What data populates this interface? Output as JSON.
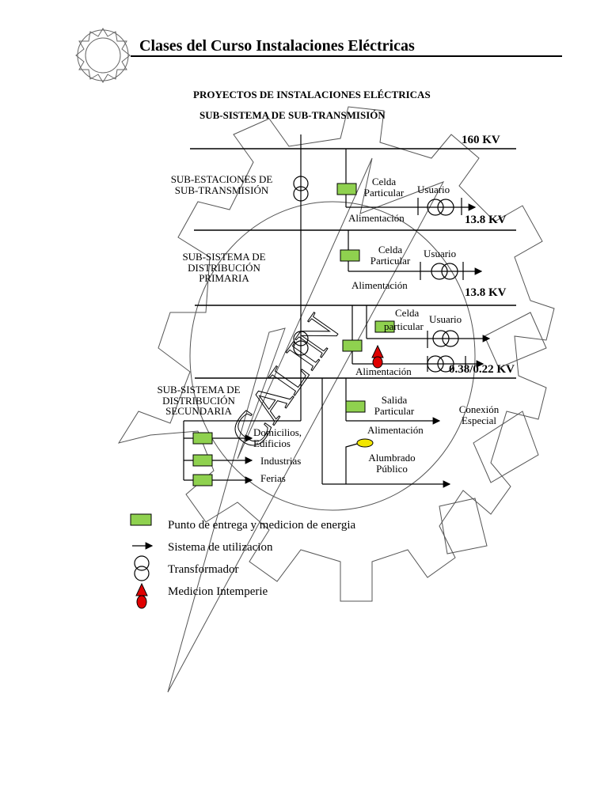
{
  "header": {
    "title": "Clases del Curso Instalaciones Eléctricas",
    "logo_text": "CALIN"
  },
  "titles": {
    "line1": "PROYECTOS DE INSTALACIONES ELÉCTRICAS",
    "line2": "SUB-SISTEMA DE SUB-TRANSMISIÓN"
  },
  "buses": {
    "bus1": "160 KV",
    "bus2": "13.8 KV",
    "bus3": "13.8 KV",
    "bus4": "0.38/0.22 KV"
  },
  "sections": {
    "subestaciones": [
      "SUB-ESTACIONES DE",
      "SUB-TRANSMISIÓN"
    ],
    "primaria": [
      "SUB-SISTEMA DE",
      "DISTRIBUCIÓN",
      "PRIMARIA"
    ],
    "secundaria": [
      "SUB-SISTEMA DE",
      "DISTRIBUCIÓN",
      "SECUNDARIA"
    ]
  },
  "row1": {
    "celda": [
      "Celda",
      "Particular"
    ],
    "usuario": "Usuario",
    "alimentacion": "Alimentación"
  },
  "row2": {
    "celda": [
      "Celda",
      "Particular"
    ],
    "usuario": "Usuario",
    "alimentacion": "Alimentación"
  },
  "row3": {
    "celda": [
      "Celda",
      "particular"
    ],
    "usuario": "Usuario",
    "alimentacion": "Alimentación"
  },
  "row4": {
    "salida": [
      "Salida",
      "Particular"
    ],
    "alimentacion": "Alimentación",
    "conexion": [
      "Conexión",
      "Especial"
    ]
  },
  "loads": {
    "domicilios": [
      "Domicilios,",
      "Edificios"
    ],
    "industrias": "Industrias",
    "ferias": "Ferias",
    "alumbrado": [
      "Alumbrado",
      "Público"
    ]
  },
  "legend": {
    "items": [
      {
        "icon": "green-box-icon",
        "label": "Punto de entrega y medicion de energia"
      },
      {
        "icon": "arrow-icon",
        "label": "Sistema de utilizacion"
      },
      {
        "icon": "transformer-icon",
        "label": "Transformador"
      },
      {
        "icon": "meter-icon",
        "label": "Medicion Intemperie"
      }
    ]
  },
  "colors": {
    "green_box": "#8fd14f",
    "meter": "#e00000",
    "lamp": "#f2e600",
    "line": "#000000",
    "watermark": "#555555"
  }
}
